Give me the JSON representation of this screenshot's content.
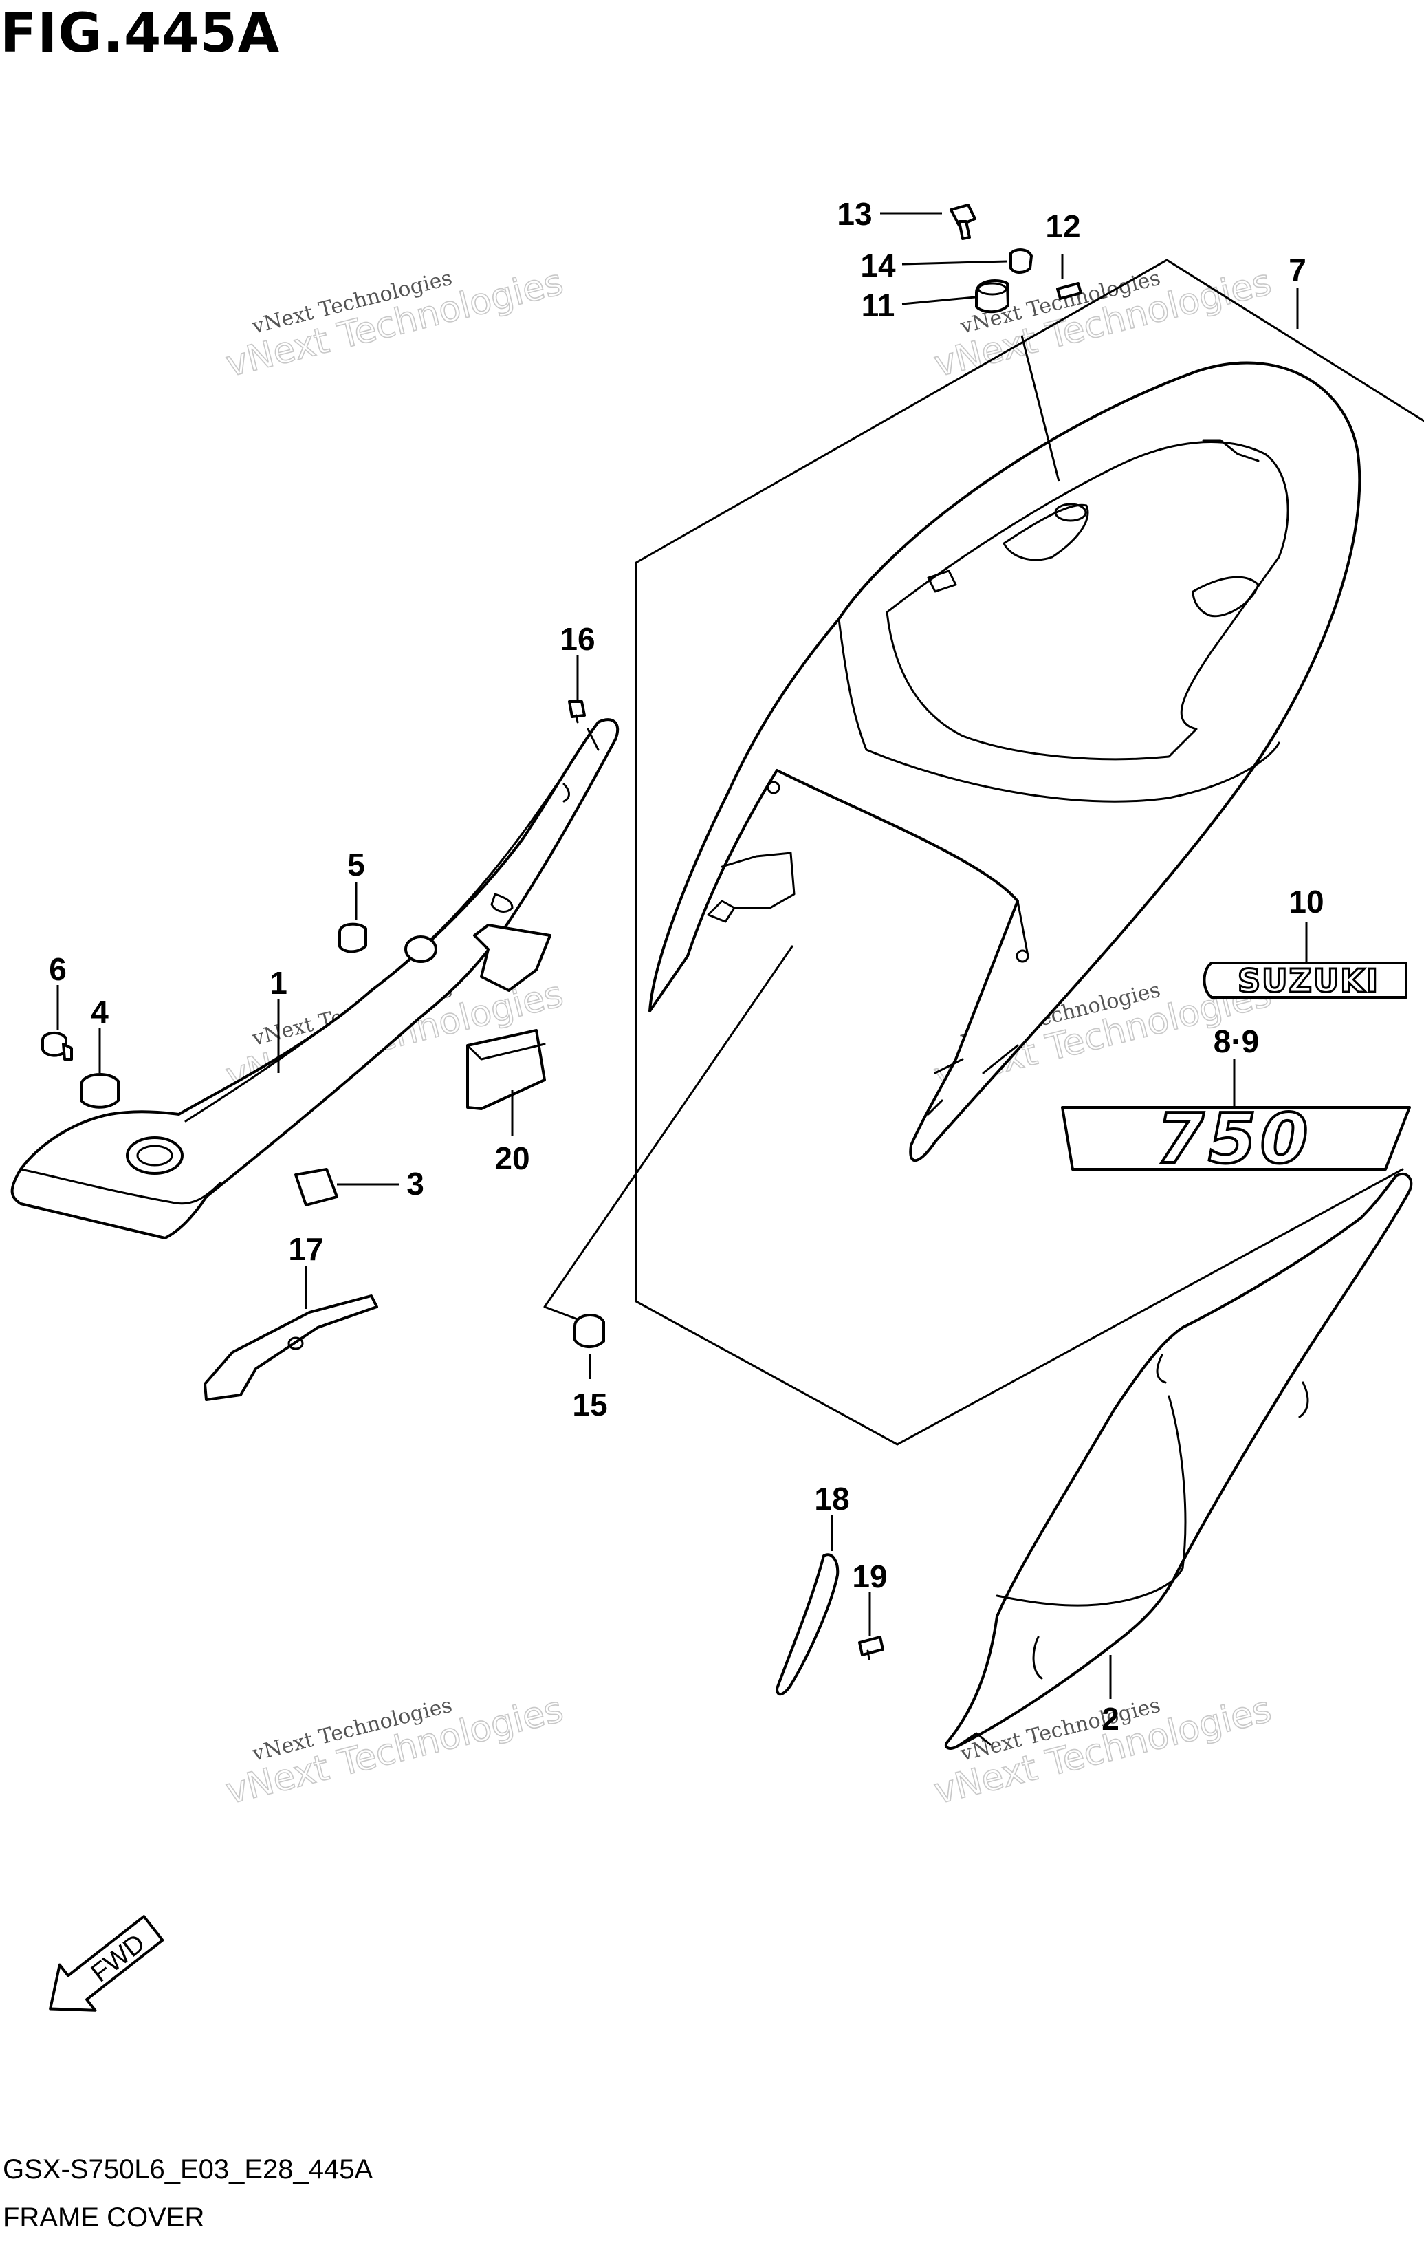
{
  "figure": {
    "title": "FIG.445A",
    "code": "GSX-S750L6_E03_E28_445A",
    "name": "FRAME COVER"
  },
  "watermark": {
    "line1": "vNext Technologies",
    "line2": "vNext Technologies"
  },
  "fwd_label": "FWD",
  "callouts": {
    "c1": "1",
    "c2": "2",
    "c3": "3",
    "c4": "4",
    "c5": "5",
    "c6": "6",
    "c7": "7",
    "c89": "8·9",
    "c10": "10",
    "c11": "11",
    "c12": "12",
    "c13": "13",
    "c14": "14",
    "c15": "15",
    "c16": "16",
    "c17": "17",
    "c18": "18",
    "c19": "19",
    "c20": "20"
  },
  "emblems": {
    "suzuki": "SUZUKI",
    "model": "750"
  }
}
